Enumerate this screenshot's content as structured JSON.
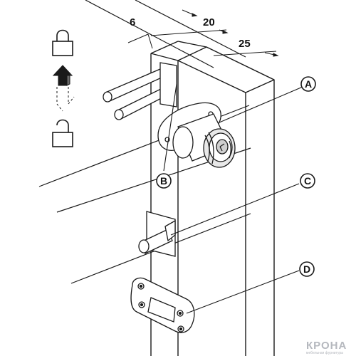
{
  "dimensions": {
    "d6": "6",
    "d20": "20",
    "d25": "25"
  },
  "callouts": {
    "a": "A",
    "b": "B",
    "c": "C",
    "d": "D"
  },
  "icons": {
    "locked": "padlock-closed-icon",
    "arrow": "arrow-up-icon",
    "unlocked": "padlock-open-icon"
  },
  "watermark": {
    "brand": "КРОНА",
    "tagline": "мебельная фурнитура"
  },
  "colors": {
    "line": "#1a1a1a",
    "watermark": "#b5b8be"
  }
}
